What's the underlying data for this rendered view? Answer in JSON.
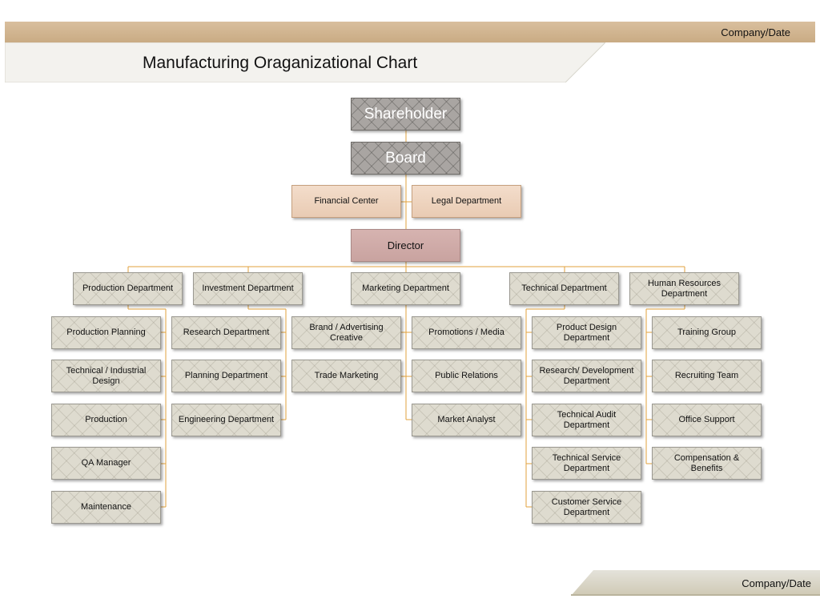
{
  "header": {
    "company_date": "Company/Date",
    "title": "Manufacturing Oraganizational Chart"
  },
  "footer": {
    "company_date": "Company/Date"
  },
  "colors": {
    "band": "#d4b892",
    "connector": "#e2a23c",
    "gray_box": "#dedbcf",
    "dark_box": "#a9a5a2",
    "peach_box": "#efd6c2",
    "rose_box": "#d1aeab"
  },
  "chart": {
    "shareholder": "Shareholder",
    "board": "Board",
    "staff": [
      "Financial Center",
      "Legal Department"
    ],
    "director": "Director",
    "departments": [
      {
        "name": "Production Department",
        "units": [
          "Production Planning",
          "Technical / Industrial Design",
          "Production",
          "QA Manager",
          "Maintenance"
        ]
      },
      {
        "name": "Investment Department",
        "units": [
          "Research Department",
          "Planning Department",
          "Engineering Department"
        ]
      },
      {
        "name": "Marketing Department",
        "units": [
          "Brand / Advertising Creative",
          "Trade Marketing",
          "Promotions / Media",
          "Public Relations",
          "Market Analyst"
        ]
      },
      {
        "name": "Technical Department",
        "units": [
          "Product Design Department",
          "Research/ Development Department",
          "Technical Audit Department",
          "Technical Service Department",
          "Customer Service Department"
        ]
      },
      {
        "name": "Human Resources Department",
        "units": [
          "Training Group",
          "Recruiting Team",
          "Office Support",
          "Compensation & Benefits"
        ]
      }
    ]
  }
}
